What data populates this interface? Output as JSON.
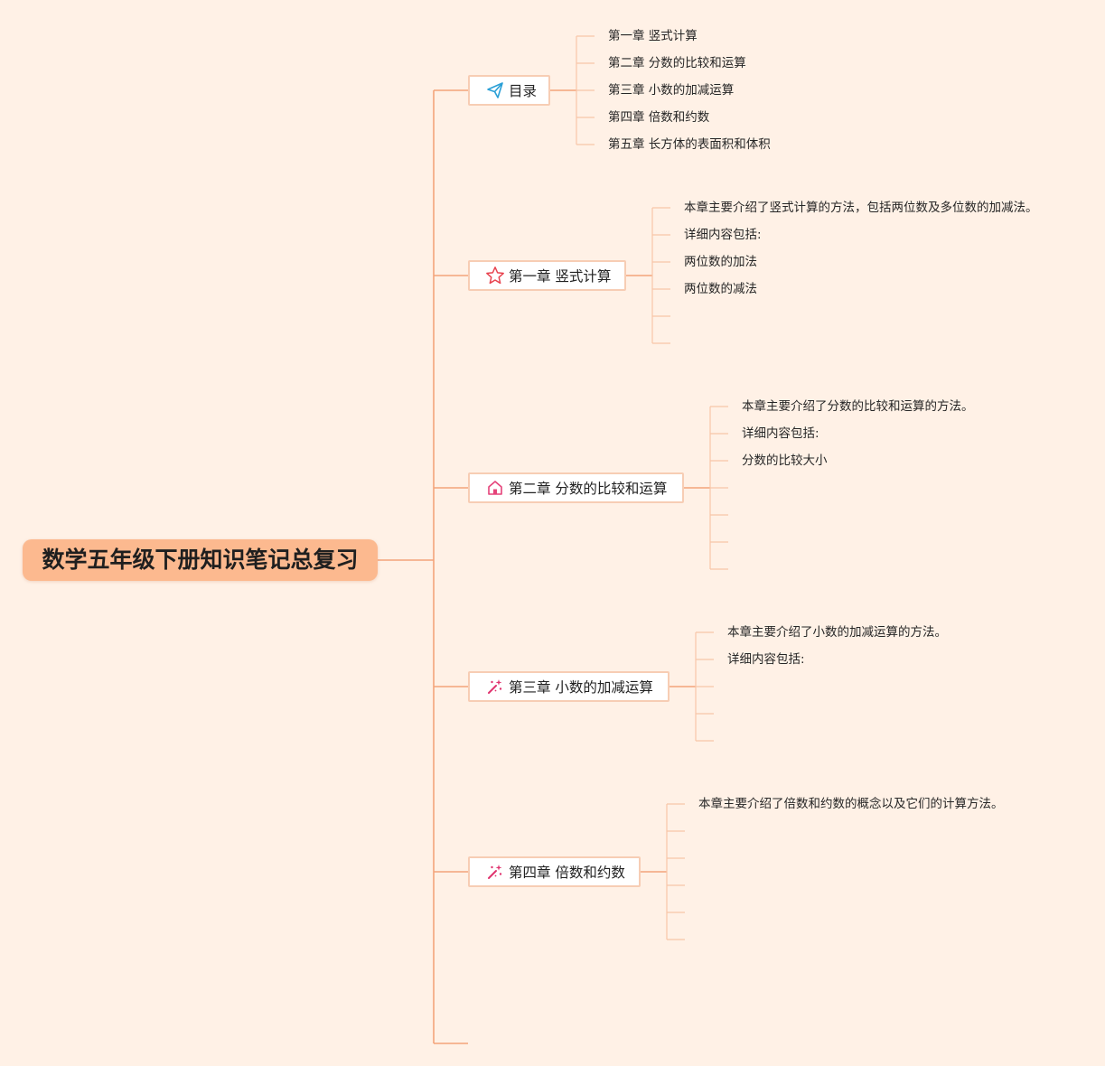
{
  "root": {
    "title": "数学五年级下册知识笔记总复习"
  },
  "branches": [
    {
      "label": "目录",
      "icon": "paper-plane-icon",
      "items": [
        "第一章 竖式计算",
        "第二章 分数的比较和运算",
        "第三章 小数的加减运算",
        "第四章 倍数和约数",
        "第五章 长方体的表面积和体积"
      ]
    },
    {
      "label": "第一章 竖式计算",
      "icon": "star-icon",
      "items": [
        "本章主要介绍了竖式计算的方法，包括两位数及多位数的加减法。",
        "详细内容包括:",
        "两位数的加法",
        "两位数的减法"
      ]
    },
    {
      "label": "第二章 分数的比较和运算",
      "icon": "home-icon",
      "items": [
        "本章主要介绍了分数的比较和运算的方法。",
        "详细内容包括:",
        "分数的比较大小"
      ]
    },
    {
      "label": "第三章 小数的加减运算",
      "icon": "magic-wand-icon",
      "items": [
        "本章主要介绍了小数的加减运算的方法。",
        "详细内容包括:"
      ]
    },
    {
      "label": "第四章 倍数和约数",
      "icon": "magic-wand-icon",
      "items": [
        "本章主要介绍了倍数和约数的概念以及它们的计算方法。"
      ]
    }
  ],
  "colors": {
    "background": "#fff1e6",
    "root_fill": "#fcb98f",
    "main_line": "#f3a47a",
    "leaf_line": "#f8c6a8",
    "node_border": "#f7cdb4",
    "plane_icon": "#2a9fd6",
    "star_icon": "#e8434f",
    "home_icon": "#e5437a",
    "wand_icon": "#e0336e"
  }
}
